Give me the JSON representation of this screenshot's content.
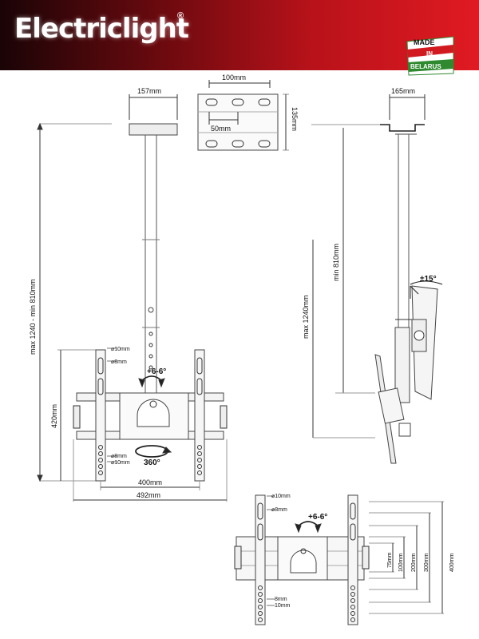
{
  "brand": {
    "logo_text": "Electriclight",
    "registered_mark": "®",
    "badge_line1": "MADE",
    "badge_line2": "IN",
    "badge_line3": "BELARUS"
  },
  "colors": {
    "header_dark": "#1a0406",
    "header_red": "#e01a22",
    "badge_green": "#2f8a2f",
    "badge_red": "#d11a20",
    "line": "#333333"
  },
  "front_view": {
    "width_top": "157mm",
    "height_range": "max 1240 - min 810mm",
    "bracket_height": "420mm",
    "width_inner": "400mm",
    "width_outer": "492mm",
    "hole_10mm_top": "⌀10mm",
    "hole_8mm_top": "⌀8mm",
    "tilt": "+6-6°",
    "rotation": "360°",
    "hole_8mm_bottom": "⌀8mm",
    "hole_10mm_bottom": "⌀10mm"
  },
  "mount_plate": {
    "spacing_top": "100mm",
    "plate_height": "135mm",
    "spacing_inner": "50mm"
  },
  "side_view": {
    "width_top": "165mm",
    "min_length": "min 810mm",
    "max_length": "max 1240mm",
    "swivel": "±15°"
  },
  "bracket_detail": {
    "hole_10mm_top": "⌀10mm",
    "hole_8mm_top": "⌀8mm",
    "tilt": "+6-6°",
    "hole_8mm_bottom": "8mm",
    "hole_10mm_bottom": "10mm",
    "vesa_75": "75mm",
    "vesa_100": "100mm",
    "vesa_200": "200mm",
    "vesa_300": "300mm",
    "vesa_400": "400mm"
  }
}
